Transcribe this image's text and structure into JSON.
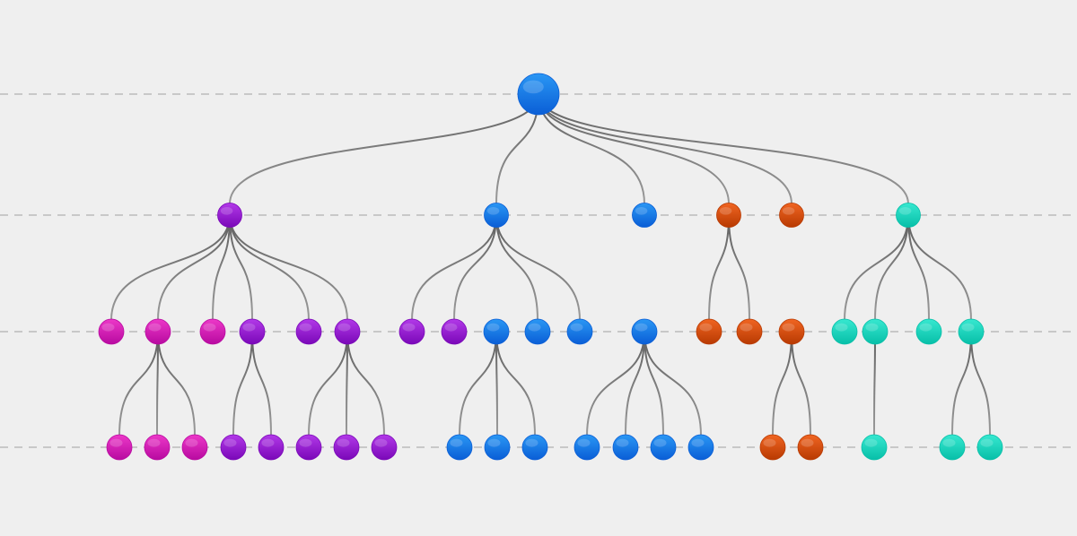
{
  "colors": {
    "background": "#efefef",
    "guide_line": "#bcbcbc",
    "edge_top": "#9a9a9a",
    "edge_bottom": "#5f5f5f"
  },
  "palette": {
    "magenta": {
      "light": "#ec38c8",
      "dark": "#b80aa0"
    },
    "purple": {
      "light": "#b239e8",
      "dark": "#7a08b8"
    },
    "blue": {
      "light": "#2a97f4",
      "dark": "#0a5ed6"
    },
    "orange": {
      "light": "#f06522",
      "dark": "#b83a02"
    },
    "teal": {
      "light": "#37e8d0",
      "dark": "#07bfa8"
    }
  },
  "tree": {
    "levels": 4,
    "root": {
      "color": "blue",
      "children": [
        {
          "color": "purple",
          "children": [
            {
              "color": "magenta",
              "children": []
            },
            {
              "color": "magenta",
              "children": [
                {
                  "color": "magenta",
                  "children": []
                },
                {
                  "color": "magenta",
                  "children": []
                },
                {
                  "color": "magenta",
                  "children": []
                }
              ]
            },
            {
              "color": "magenta",
              "children": []
            },
            {
              "color": "purple",
              "children": [
                {
                  "color": "purple",
                  "children": []
                },
                {
                  "color": "purple",
                  "children": []
                }
              ]
            },
            {
              "color": "purple",
              "children": []
            },
            {
              "color": "purple",
              "children": [
                {
                  "color": "purple",
                  "children": []
                },
                {
                  "color": "purple",
                  "children": []
                },
                {
                  "color": "purple",
                  "children": []
                }
              ]
            }
          ]
        },
        {
          "color": "blue",
          "children": [
            {
              "color": "purple",
              "children": []
            },
            {
              "color": "purple",
              "children": []
            },
            {
              "color": "blue",
              "children": [
                {
                  "color": "blue",
                  "children": []
                },
                {
                  "color": "blue",
                  "children": []
                },
                {
                  "color": "blue",
                  "children": []
                }
              ]
            },
            {
              "color": "blue",
              "children": []
            },
            {
              "color": "blue",
              "children": []
            }
          ]
        },
        {
          "color": "blue",
          "children": [
            {
              "color": "blue",
              "children": [
                {
                  "color": "blue",
                  "children": []
                },
                {
                  "color": "blue",
                  "children": []
                },
                {
                  "color": "blue",
                  "children": []
                },
                {
                  "color": "blue",
                  "children": []
                }
              ]
            }
          ]
        },
        {
          "color": "orange",
          "children": [
            {
              "color": "orange",
              "children": []
            },
            {
              "color": "orange",
              "children": []
            }
          ]
        },
        {
          "color": "orange",
          "children": [
            {
              "color": "orange",
              "children": [
                {
                  "color": "orange",
                  "children": []
                },
                {
                  "color": "orange",
                  "children": []
                }
              ]
            }
          ]
        },
        {
          "color": "teal",
          "children": [
            {
              "color": "teal",
              "children": []
            },
            {
              "color": "teal",
              "children": [
                {
                  "color": "teal",
                  "children": []
                }
              ]
            },
            {
              "color": "teal",
              "children": []
            },
            {
              "color": "teal",
              "children": [
                {
                  "color": "teal",
                  "children": []
                },
                {
                  "color": "teal",
                  "children": []
                }
              ]
            }
          ]
        }
      ]
    }
  }
}
